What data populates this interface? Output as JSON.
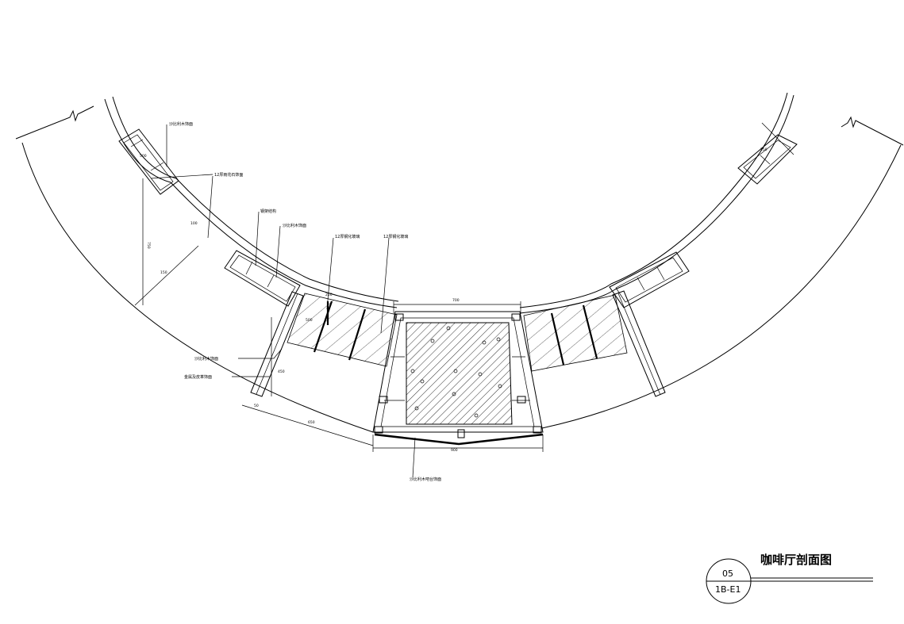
{
  "labels": {
    "l1": "沙比利木饰面",
    "l2": "12厚雨花石饰面",
    "l3": "钢架结构",
    "l4": "沙比利木饰面",
    "l5": "12厚钢化玻璃",
    "l6": "12厚钢化玻璃",
    "l7": "沙比利木饰面",
    "l8": "金属及皮革饰面",
    "l9": "沙比利木吧台饰面"
  },
  "dims": {
    "d1": "750",
    "d2": "150",
    "d3": "500",
    "d4": "250",
    "d5": "100",
    "d6": "450",
    "d7": "650",
    "d8": "50",
    "d9": "700",
    "d10": "500",
    "d11": "900",
    "d12": "150"
  },
  "title_block": {
    "title": "咖啡厅剖面图",
    "number": "05",
    "sheet": "1B-E1"
  }
}
